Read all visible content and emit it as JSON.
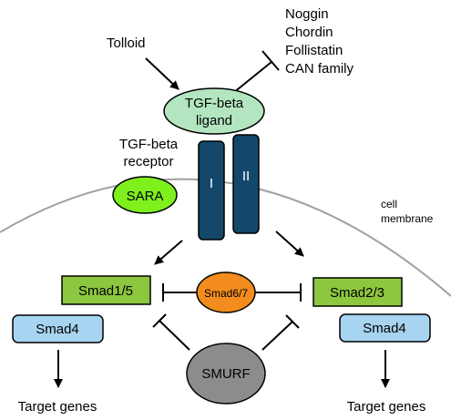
{
  "diagram": {
    "inhibitors": [
      "Noggin",
      "Chordin",
      "Follistatin",
      "CAN family"
    ],
    "activator": "Tolloid",
    "ligand": [
      "TGF-beta",
      "ligand"
    ],
    "receptor_label": [
      "TGF-beta",
      "receptor"
    ],
    "receptor_subunits": {
      "type1": "I",
      "type2": "II"
    },
    "sara": "SARA",
    "membrane_label": [
      "cell",
      "membrane"
    ],
    "smad15": "Smad1/5",
    "smad23": "Smad2/3",
    "smad67": "Smad6/7",
    "smad4_left": "Smad4",
    "smad4_right": "Smad4",
    "smurf": "SMURF",
    "target_left": "Target genes",
    "target_right": "Target genes"
  },
  "colors": {
    "ligand_fill": "#b3e6c0",
    "receptor_fill": "#13486b",
    "sara_fill": "#7ef01e",
    "smad_box_fill": "#8dc63f",
    "smad4_fill": "#a7d4f0",
    "smad67_fill": "#f28c1e",
    "smurf_fill": "#8c8c8c",
    "membrane_stroke": "#a0a0a0"
  }
}
